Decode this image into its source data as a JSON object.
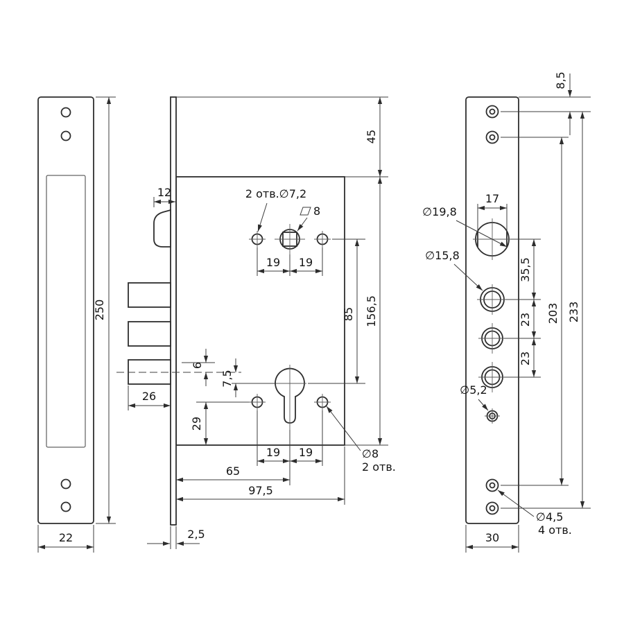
{
  "meta": {
    "background": "#ffffff",
    "line_color": "#2d2d2d",
    "drawing_type": "mortise lock technical drawing"
  },
  "left_view": {
    "height": "250",
    "width": "22"
  },
  "body_view": {
    "latch_width": "12",
    "holes_top_label": "2 отв.∅7,2",
    "square_label": "8",
    "top_pitch_left": "19",
    "top_pitch_right": "19",
    "offset_top": "45",
    "body_height": "156,5",
    "centers_distance": "85",
    "dim_6": "6",
    "dim_7_5": "7,5",
    "dim_29": "29",
    "bolt_throw": "26",
    "bottom_pitch_left": "19",
    "bottom_pitch_right": "19",
    "holes_bottom_dia": "∅8",
    "holes_bottom_count": "2 отв.",
    "backset": "65",
    "body_width": "97,5",
    "plate_thickness": "2,5"
  },
  "face_view": {
    "edge_offset": "8,5",
    "big_hole_dia": "∅19,8",
    "big_hole_width": "17",
    "mid_hole_dia": "∅15,8",
    "pitch_35_5": "35,5",
    "pitch_23_a": "23",
    "pitch_23_b": "23",
    "span_203": "203",
    "span_233": "233",
    "small_hole_dia": "∅5,2",
    "screw_hole_dia": "∅4,5",
    "screw_hole_count": "4 отв.",
    "width": "30"
  }
}
